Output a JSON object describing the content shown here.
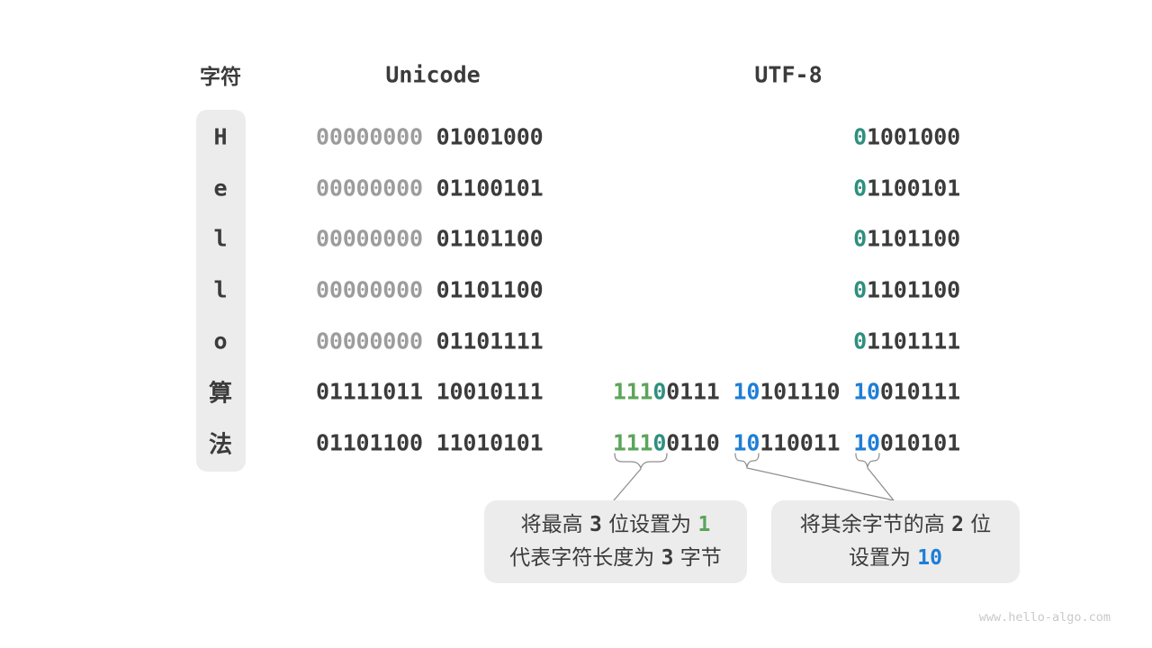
{
  "headers": {
    "char": "字符",
    "unicode": "Unicode",
    "utf8": "UTF-8"
  },
  "colors": {
    "dark": "#3B3B3B",
    "gray": "#9C9C9C",
    "teal": "#2E8F7F",
    "green": "#5BA55B",
    "blue": "#1E7ED6",
    "box": "#ECECEC",
    "line": "#8F8F8F",
    "watermark": "#C9C9C9"
  },
  "rows": [
    {
      "char": "H",
      "cjk": false,
      "unicode": [
        {
          "t": "00000000",
          "c": "gray"
        },
        {
          "t": " 01001000",
          "c": "dark"
        }
      ],
      "utf8": [
        {
          "t": "0",
          "c": "teal"
        },
        {
          "t": "1001000",
          "c": "dark"
        }
      ]
    },
    {
      "char": "e",
      "cjk": false,
      "unicode": [
        {
          "t": "00000000",
          "c": "gray"
        },
        {
          "t": " 01100101",
          "c": "dark"
        }
      ],
      "utf8": [
        {
          "t": "0",
          "c": "teal"
        },
        {
          "t": "1100101",
          "c": "dark"
        }
      ]
    },
    {
      "char": "l",
      "cjk": false,
      "unicode": [
        {
          "t": "00000000",
          "c": "gray"
        },
        {
          "t": " 01101100",
          "c": "dark"
        }
      ],
      "utf8": [
        {
          "t": "0",
          "c": "teal"
        },
        {
          "t": "1101100",
          "c": "dark"
        }
      ]
    },
    {
      "char": "l",
      "cjk": false,
      "unicode": [
        {
          "t": "00000000",
          "c": "gray"
        },
        {
          "t": " 01101100",
          "c": "dark"
        }
      ],
      "utf8": [
        {
          "t": "0",
          "c": "teal"
        },
        {
          "t": "1101100",
          "c": "dark"
        }
      ]
    },
    {
      "char": "o",
      "cjk": false,
      "unicode": [
        {
          "t": "00000000",
          "c": "gray"
        },
        {
          "t": " 01101111",
          "c": "dark"
        }
      ],
      "utf8": [
        {
          "t": "0",
          "c": "teal"
        },
        {
          "t": "1101111",
          "c": "dark"
        }
      ]
    },
    {
      "char": "算",
      "cjk": true,
      "unicode": [
        {
          "t": "01111011 10010111",
          "c": "dark"
        }
      ],
      "utf8": [
        {
          "t": "111",
          "c": "green"
        },
        {
          "t": "0",
          "c": "teal"
        },
        {
          "t": "0111 ",
          "c": "dark"
        },
        {
          "t": "10",
          "c": "blue"
        },
        {
          "t": "101110 ",
          "c": "dark"
        },
        {
          "t": "10",
          "c": "blue"
        },
        {
          "t": "010111",
          "c": "dark"
        }
      ]
    },
    {
      "char": "法",
      "cjk": true,
      "unicode": [
        {
          "t": "01101100 11010101",
          "c": "dark"
        }
      ],
      "utf8": [
        {
          "t": "111",
          "c": "green"
        },
        {
          "t": "0",
          "c": "teal"
        },
        {
          "t": "0110 ",
          "c": "dark"
        },
        {
          "t": "10",
          "c": "blue"
        },
        {
          "t": "110011 ",
          "c": "dark"
        },
        {
          "t": "10",
          "c": "blue"
        },
        {
          "t": "010101",
          "c": "dark"
        }
      ]
    }
  ],
  "callouts": [
    {
      "name": "leading-byte-note",
      "lines": [
        [
          {
            "t": "将最高 ",
            "c": "dark"
          },
          {
            "t": "3",
            "c": "dark",
            "mono": true
          },
          {
            "t": " 位设置为 ",
            "c": "dark"
          },
          {
            "t": "1",
            "c": "green",
            "mono": true
          }
        ],
        [
          {
            "t": "代表字符长度为 ",
            "c": "dark"
          },
          {
            "t": "3",
            "c": "dark",
            "mono": true
          },
          {
            "t": " 字节",
            "c": "dark"
          }
        ]
      ]
    },
    {
      "name": "continuation-byte-note",
      "lines": [
        [
          {
            "t": "将其余字节的高 ",
            "c": "dark"
          },
          {
            "t": "2",
            "c": "dark",
            "mono": true
          },
          {
            "t": " 位",
            "c": "dark"
          }
        ],
        [
          {
            "t": "设置为 ",
            "c": "dark"
          },
          {
            "t": "10",
            "c": "blue",
            "mono": true
          }
        ]
      ]
    }
  ],
  "watermark": "www.hello-algo.com"
}
